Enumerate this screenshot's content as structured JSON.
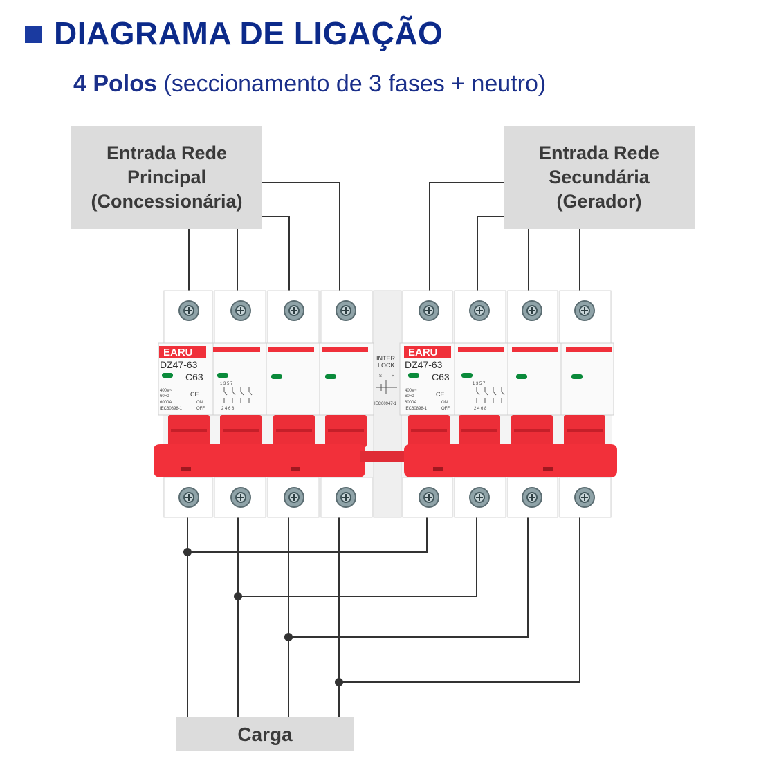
{
  "header": {
    "title": "DIAGRAMA DE LIGAÇÃO",
    "subtitle_bold": "4 Polos",
    "subtitle_rest": " (seccionamento de 3 fases + neutro)"
  },
  "main_supply": {
    "line1": "Entrada Rede",
    "line2": "Principal",
    "line3": "(Concessionária)"
  },
  "secondary_supply": {
    "line1": "Entrada Rede",
    "line2": "Secundária",
    "line3": "(Gerador)"
  },
  "load": {
    "label": "Carga"
  },
  "breaker": {
    "brand": "EARU",
    "model": "DZ47-63",
    "rating": "C63",
    "mark": "CE",
    "spec_voltage": "400V~",
    "spec_freq": "60Hz",
    "spec_breaking": "6000A",
    "spec_standard": "IEC60898-1",
    "on_label": "ON",
    "off_label": "OFF",
    "terminals_top": "1 3 5 7",
    "terminals_bottom": "2 4 6 8"
  },
  "interlock": {
    "line1": "INTER",
    "line2": "LOCK",
    "s_label": "S",
    "r_label": "R",
    "standard": "IEC60947-1"
  },
  "colors": {
    "title": "#0c2a8a",
    "breaker_red": "#f0303a",
    "box_grey": "#dcdcdc",
    "indicator_green": "#0a8a3a"
  }
}
